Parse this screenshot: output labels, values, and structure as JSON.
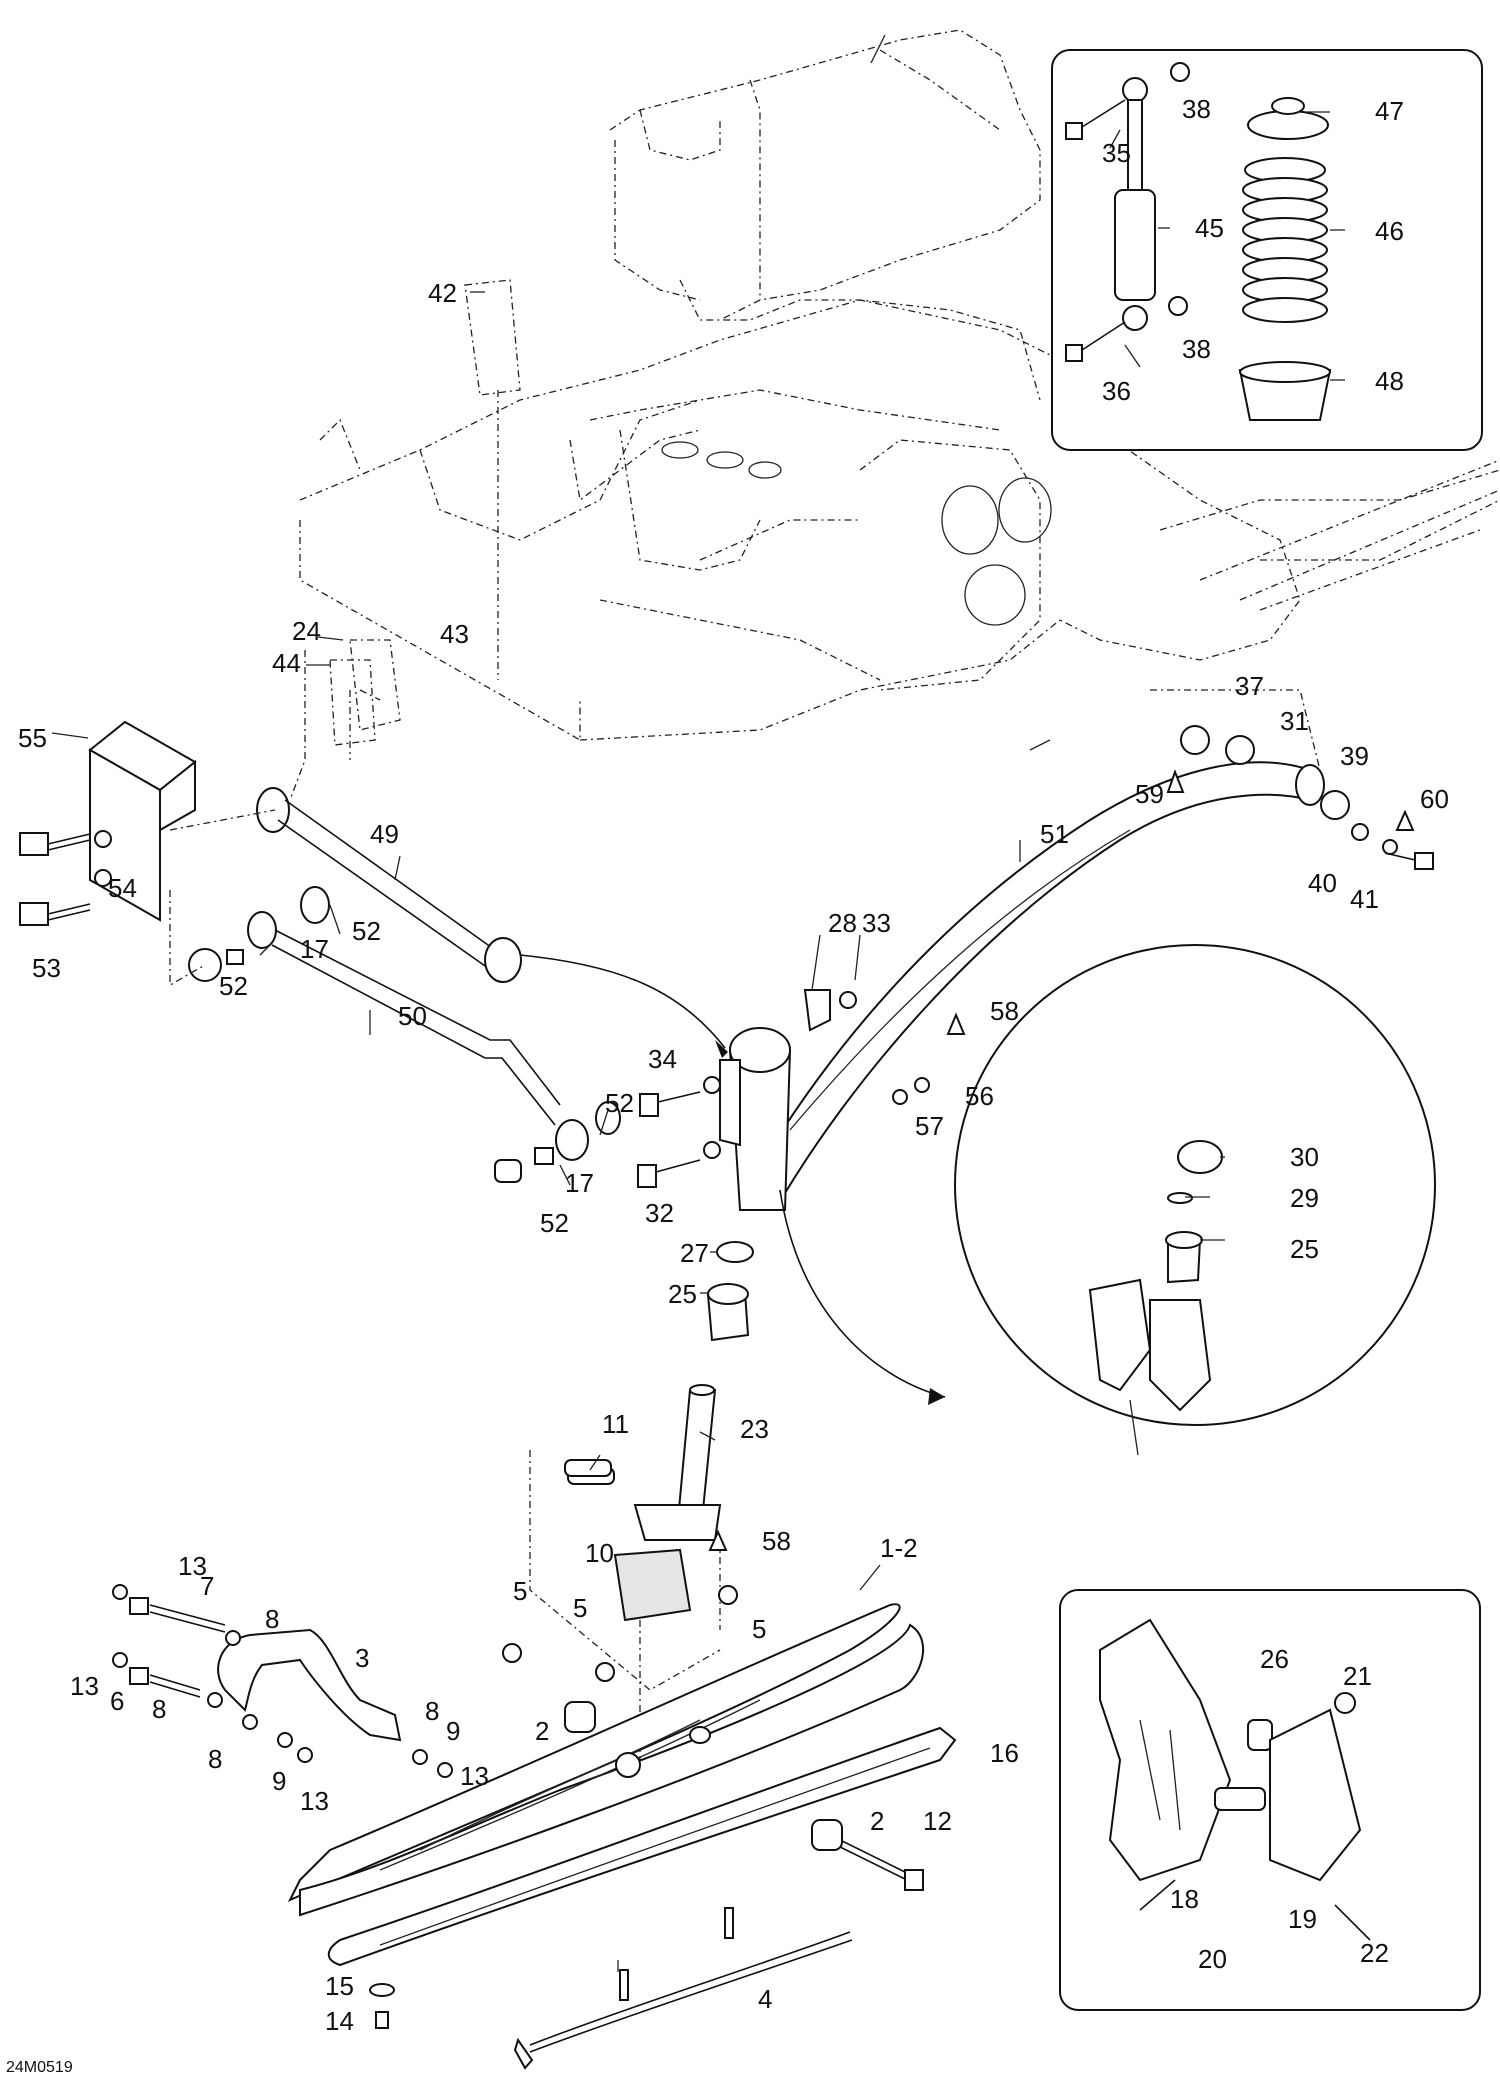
{
  "drawing_code": "24M0519",
  "callouts": [
    "1-2",
    "2",
    "3",
    "4",
    "5",
    "6",
    "7",
    "8",
    "9",
    "10",
    "11",
    "12",
    "13",
    "14",
    "15",
    "16",
    "17",
    "18",
    "19",
    "20",
    "21",
    "22",
    "23",
    "24",
    "25",
    "26",
    "27",
    "28",
    "29",
    "30",
    "31",
    "32",
    "33",
    "34",
    "35",
    "36",
    "37",
    "38",
    "39",
    "40",
    "41",
    "42",
    "43",
    "44",
    "45",
    "46",
    "47",
    "48",
    "49",
    "50",
    "51",
    "52",
    "53",
    "54",
    "55",
    "56",
    "57",
    "58",
    "59",
    "60"
  ]
}
